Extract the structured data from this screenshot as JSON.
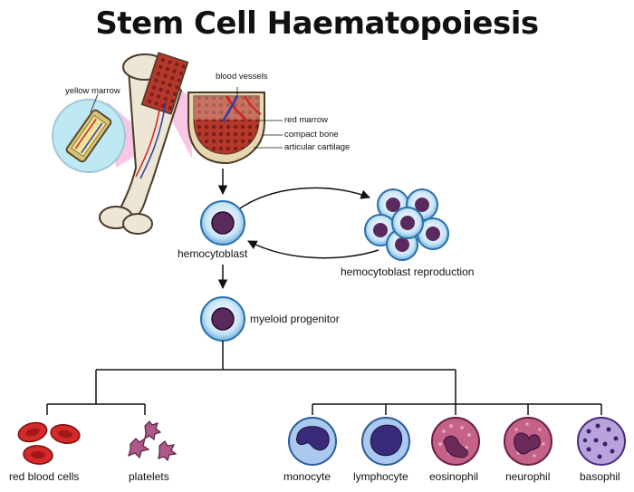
{
  "title": "Stem Cell Haematopoiesis",
  "bone_labels": {
    "yellow_marrow": "yellow marrow",
    "blood_vessels": "blood vessels",
    "red_marrow": "red marrow",
    "compact_bone": "compact bone",
    "articular_cartilage": "articular cartilage"
  },
  "stages": {
    "hemocytoblast": "hemocytoblast",
    "reproduction": "hemocytoblast reproduction",
    "myeloid": "myeloid progenitor"
  },
  "cells": [
    {
      "label": "red blood cells"
    },
    {
      "label": "platelets"
    },
    {
      "label": "monocyte"
    },
    {
      "label": "lymphocyte"
    },
    {
      "label": "eosinophil"
    },
    {
      "label": "neurophil"
    },
    {
      "label": "basophil"
    }
  ],
  "colors": {
    "stem_outer": "#a9d3ef",
    "stem_nucleus": "#5a2a5e",
    "rbc": "#d42a2a",
    "platelet": "#b0588a",
    "monocyte": "#a9c9ef",
    "granulocyte": "#c4628a",
    "basophil": "#8a6bb3",
    "bone": "#ede6d4",
    "marrow": "#b4382b"
  }
}
